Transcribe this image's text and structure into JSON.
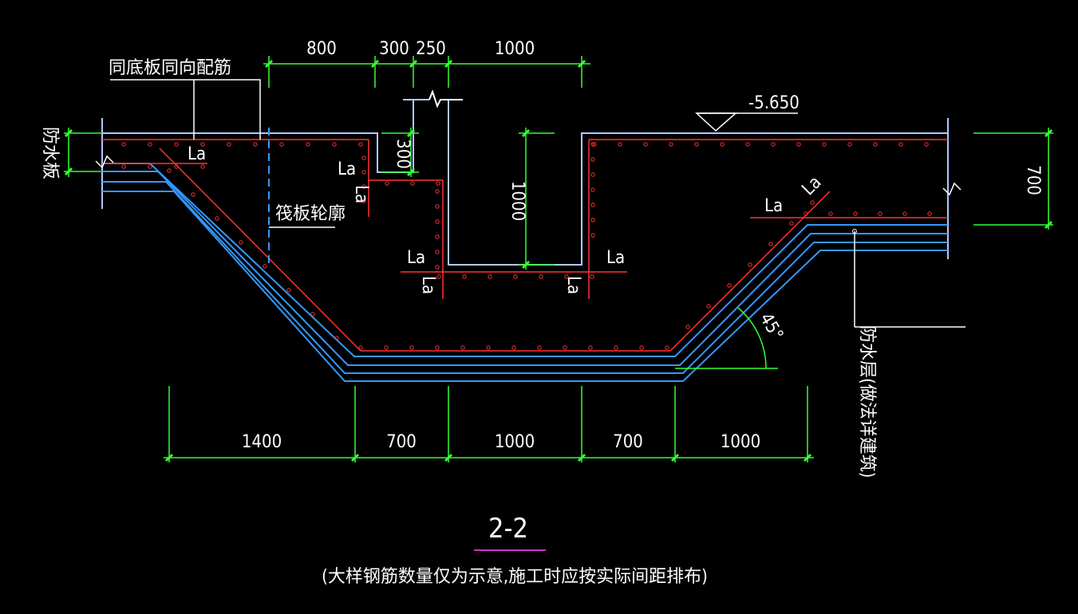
{
  "colors": {
    "background": "#000000",
    "rebar": "#ff3333",
    "waterproof": "#3399ff",
    "concrete": "#b0c8ff",
    "dimension": "#33ff33",
    "text": "#ffffff",
    "title_underline": "#cc33cc"
  },
  "labels": {
    "top_note": "同底板同向配筋",
    "left_side": "防水板",
    "raft_outline": "筏板轮廓",
    "waterproof_layer": "防水层(做法详建筑)",
    "elevation": "-5.650",
    "angle": "45°",
    "la": "La"
  },
  "dimensions": {
    "top": [
      "800",
      "300",
      "250",
      "1000"
    ],
    "vertical_300": "300",
    "vertical_1000": "1000",
    "right_700": "700",
    "bottom": [
      "1400",
      "700",
      "1000",
      "700",
      "1000"
    ]
  },
  "title": {
    "section": "2-2",
    "note": "(大样钢筋数量仅为示意,施工时应按实际间距排布)"
  }
}
